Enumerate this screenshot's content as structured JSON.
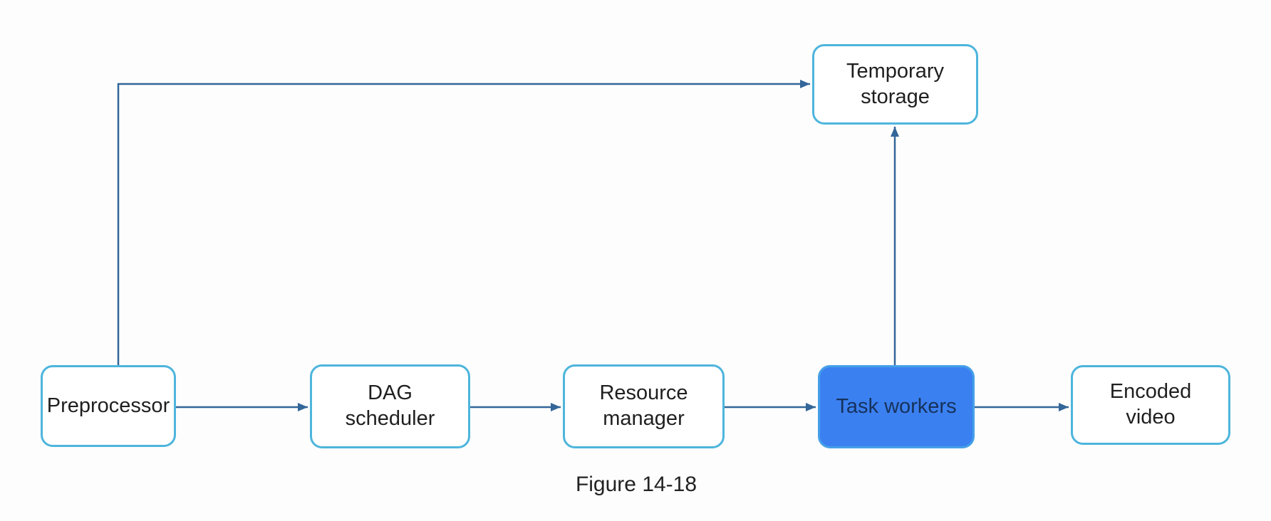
{
  "figure": {
    "caption": "Figure 14-18"
  },
  "diagram": {
    "nodes": [
      {
        "id": "preprocessor",
        "label": "Preprocessor",
        "highlighted": false
      },
      {
        "id": "dag-scheduler",
        "label": "DAG\nscheduler",
        "highlighted": false
      },
      {
        "id": "resource-manager",
        "label": "Resource\nmanager",
        "highlighted": false
      },
      {
        "id": "task-workers",
        "label": "Task workers",
        "highlighted": true
      },
      {
        "id": "encoded-video",
        "label": "Encoded\nvideo",
        "highlighted": false
      },
      {
        "id": "temporary-storage",
        "label": "Temporary\nstorage",
        "highlighted": false
      }
    ],
    "edges": [
      {
        "from": "preprocessor",
        "to": "temporary-storage",
        "path": "elbow-up-right"
      },
      {
        "from": "preprocessor",
        "to": "dag-scheduler",
        "path": "straight-right"
      },
      {
        "from": "dag-scheduler",
        "to": "resource-manager",
        "path": "straight-right"
      },
      {
        "from": "resource-manager",
        "to": "task-workers",
        "path": "straight-right"
      },
      {
        "from": "task-workers",
        "to": "encoded-video",
        "path": "straight-right"
      },
      {
        "from": "task-workers",
        "to": "temporary-storage",
        "path": "straight-up"
      }
    ],
    "colors": {
      "background": "#fdfdfd",
      "node_fill": "#ffffff",
      "node_border": "#4db5dc",
      "highlight_fill": "#3b80f0",
      "highlight_border": "#46a0e8",
      "highlight_text": "#16325c",
      "arrow": "#336699",
      "text": "#1f1f1f"
    }
  }
}
